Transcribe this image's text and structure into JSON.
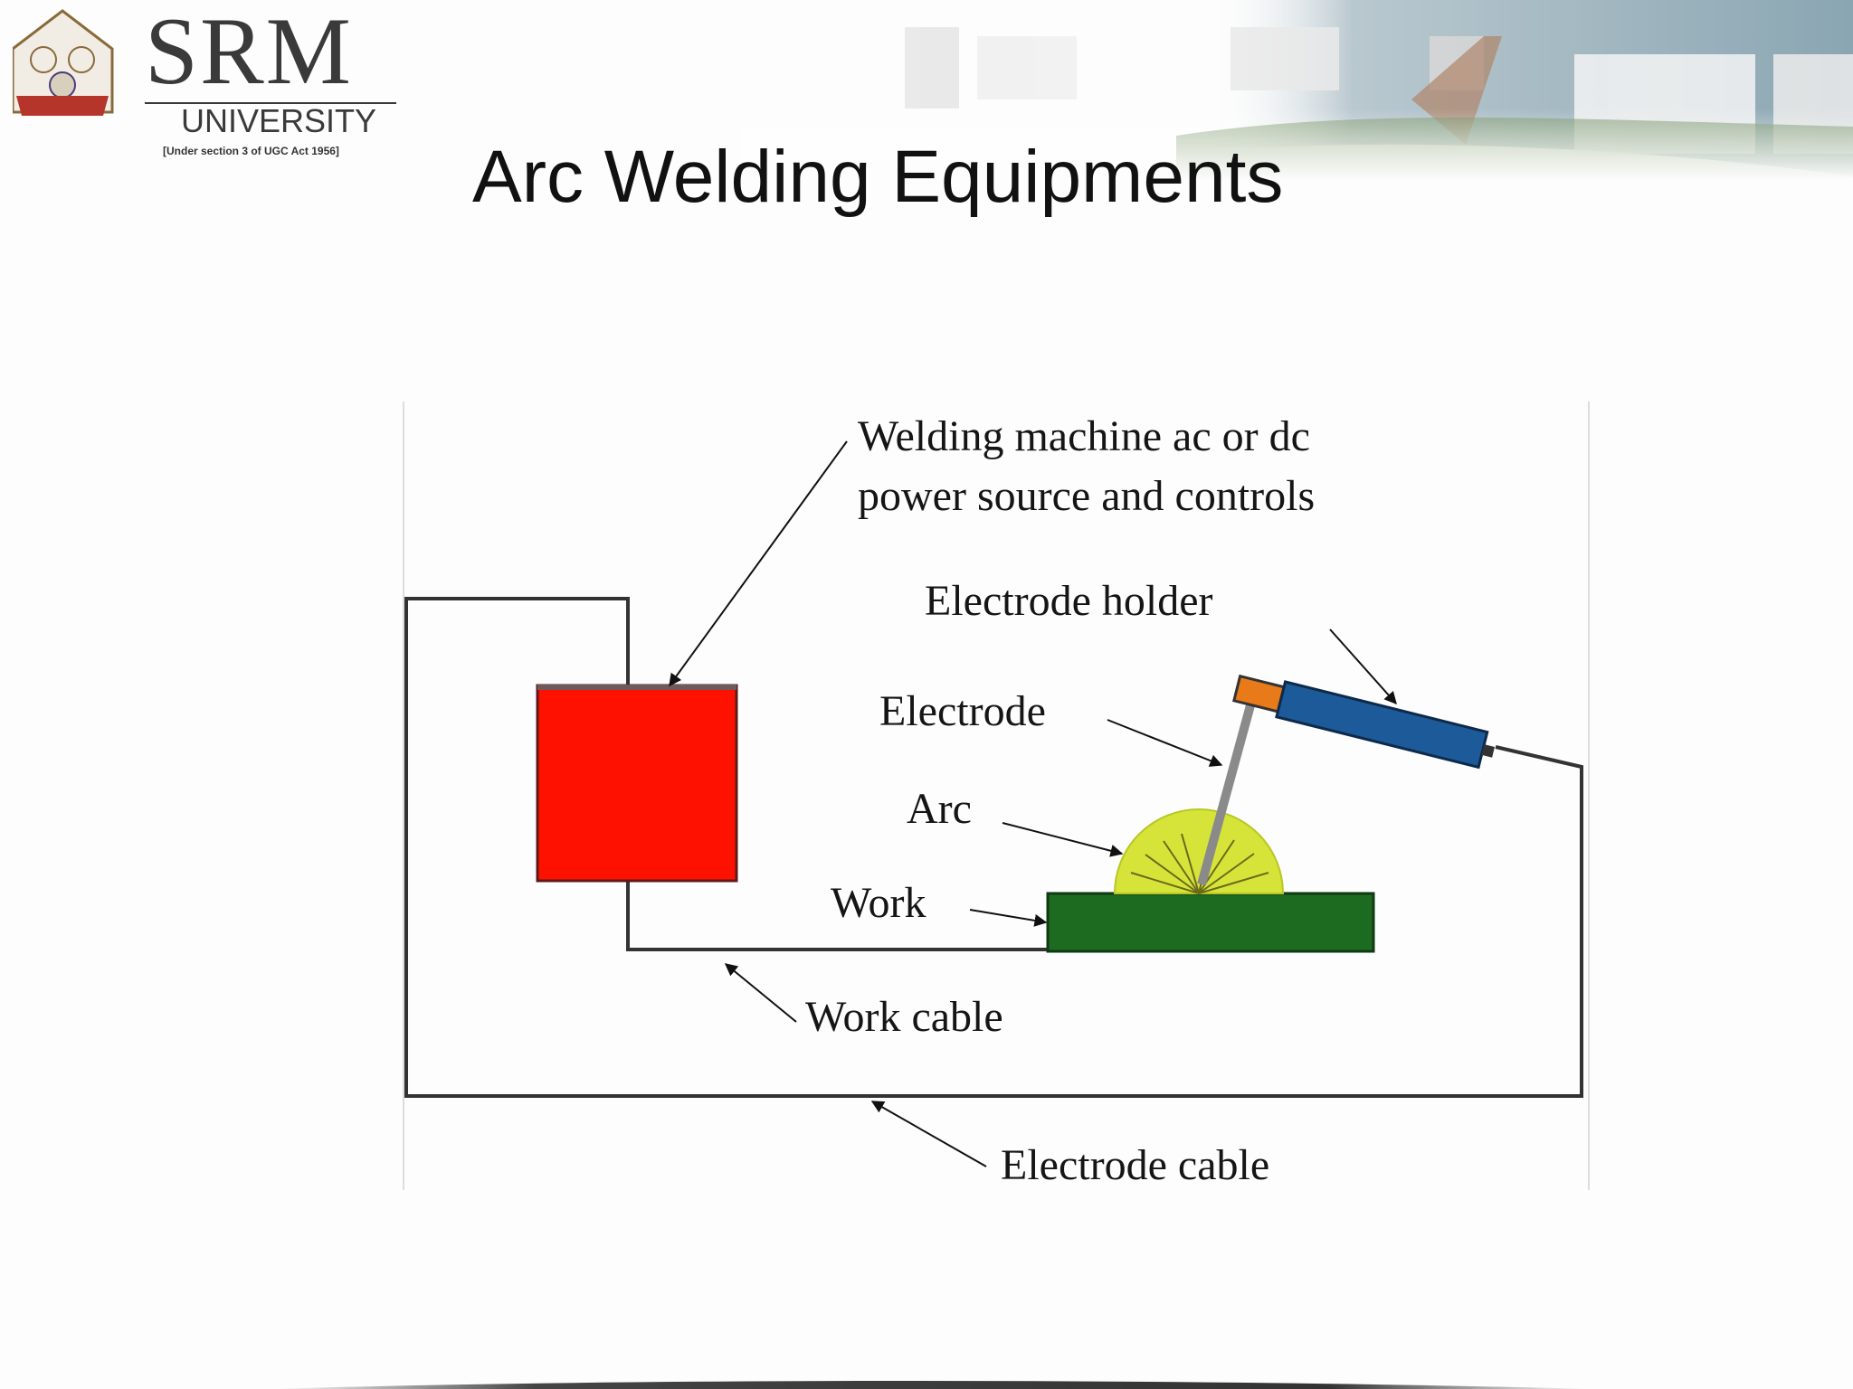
{
  "header": {
    "brand_name": "SRM",
    "brand_sub": "UNIVERSITY",
    "brand_note": "[Under section 3 of UGC Act 1956]"
  },
  "slide": {
    "title": "Arc Welding Equipments"
  },
  "diagram": {
    "labels": {
      "welding_machine_line1": "Welding  machine  ac  or  dc",
      "welding_machine_line2": "power  source  and  controls",
      "electrode_holder": "Electrode  holder",
      "electrode": "Electrode",
      "arc": "Arc",
      "work": "Work",
      "work_cable": "Work  cable",
      "electrode_cable": "Electrode  cable"
    },
    "colors": {
      "power_source": "#ff1100",
      "work": "#1c6b21",
      "electrode_holder": "#1d5a99",
      "holder_tip": "#e87a1a",
      "arc": "#d6e43a",
      "electrode": "#8a8a8a",
      "cable": "#333333"
    }
  }
}
